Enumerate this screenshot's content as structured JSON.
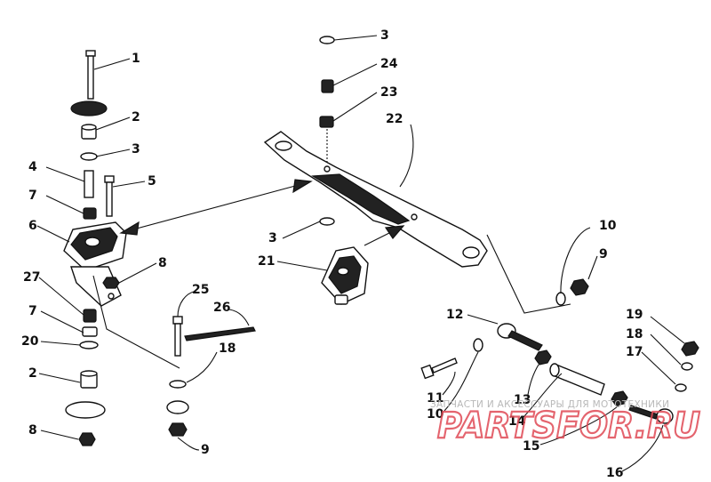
{
  "callouts": [
    {
      "id": "c1",
      "label": "1"
    },
    {
      "id": "c2a",
      "label": "2"
    },
    {
      "id": "c3a",
      "label": "3"
    },
    {
      "id": "c4",
      "label": "4"
    },
    {
      "id": "c5",
      "label": "5"
    },
    {
      "id": "c7a",
      "label": "7"
    },
    {
      "id": "c6",
      "label": "6"
    },
    {
      "id": "c8a",
      "label": "8"
    },
    {
      "id": "c27",
      "label": "27"
    },
    {
      "id": "c7b",
      "label": "7"
    },
    {
      "id": "c20",
      "label": "20"
    },
    {
      "id": "c2b",
      "label": "2"
    },
    {
      "id": "c8b",
      "label": "8"
    },
    {
      "id": "c3b",
      "label": "3"
    },
    {
      "id": "c24",
      "label": "24"
    },
    {
      "id": "c23",
      "label": "23"
    },
    {
      "id": "c22",
      "label": "22"
    },
    {
      "id": "c3c",
      "label": "3"
    },
    {
      "id": "c21",
      "label": "21"
    },
    {
      "id": "c25",
      "label": "25"
    },
    {
      "id": "c26",
      "label": "26"
    },
    {
      "id": "c18a",
      "label": "18"
    },
    {
      "id": "c9a",
      "label": "9"
    },
    {
      "id": "c10a",
      "label": "10"
    },
    {
      "id": "c9b",
      "label": "9"
    },
    {
      "id": "c12",
      "label": "12"
    },
    {
      "id": "c19",
      "label": "19"
    },
    {
      "id": "c18b",
      "label": "18"
    },
    {
      "id": "c17",
      "label": "17"
    },
    {
      "id": "c11",
      "label": "11"
    },
    {
      "id": "c13",
      "label": "13"
    },
    {
      "id": "c10b",
      "label": "10"
    },
    {
      "id": "c14",
      "label": "14"
    },
    {
      "id": "c15",
      "label": "15"
    },
    {
      "id": "c16",
      "label": "16"
    }
  ],
  "watermark": {
    "caption": "ЗАПЧАСТИ И АКСЕССУАРЫ ДЛЯ МОТОТЕХНИКИ",
    "brand": "PARTSFOR.RU"
  }
}
